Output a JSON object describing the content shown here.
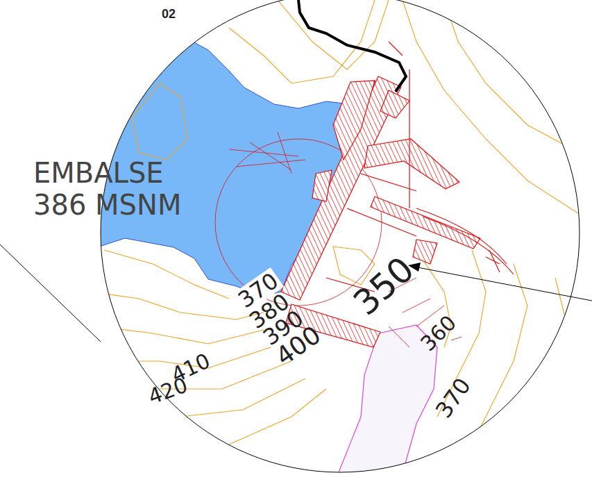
{
  "diagram": {
    "labels": [
      "02",
      "EMBALSE 386 MSNM",
      "370",
      "380",
      "390",
      "400",
      "410",
      "420",
      "350",
      "360",
      "370"
    ]
  }
}
